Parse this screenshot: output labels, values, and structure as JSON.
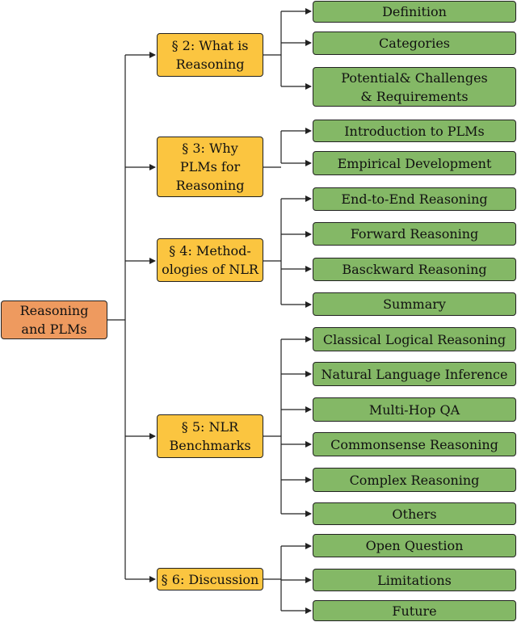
{
  "root": {
    "label": "Reasoning\nand PLMs"
  },
  "sections": [
    {
      "label": "§ 2: What is\nReasoning",
      "children": [
        "Definition",
        "Categories",
        "Potential& Challenges\n& Requirements"
      ]
    },
    {
      "label": "§ 3: Why\nPLMs for\nReasoning",
      "children": [
        "Introduction to PLMs",
        "Empirical Development"
      ]
    },
    {
      "label": "§ 4: Method-\nologies of NLR",
      "children": [
        "End-to-End Reasoning",
        "Forward Reasoning",
        "Basckward Reasoning",
        "Summary"
      ]
    },
    {
      "label": "§ 5: NLR\nBenchmarks",
      "children": [
        "Classical Logical Reasoning",
        "Natural Language Inference",
        "Multi-Hop QA",
        "Commonsense Reasoning",
        "Complex Reasoning",
        "Others"
      ]
    },
    {
      "label": "§ 6: Discussion",
      "children": [
        "Open Question",
        "Limitations",
        "Future"
      ]
    }
  ],
  "colors": {
    "root": "#ee9a5f",
    "section": "#fbc540",
    "leaf": "#84b866",
    "line": "#222222"
  }
}
